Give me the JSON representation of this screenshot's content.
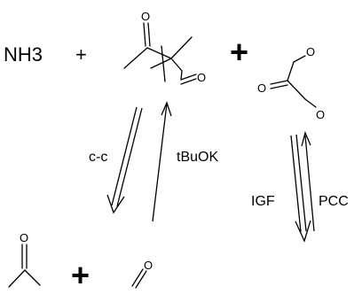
{
  "reactants": {
    "ammonia": "NH3",
    "plus_1": "+",
    "plus_2": "+"
  },
  "molecule_atoms": {
    "ketoaldehyde_o_top": "O",
    "ketoaldehyde_o_aldehyde": "O",
    "oxalyl_o_top": "O",
    "oxalyl_o_left": "O",
    "oxalyl_o_bottom": "O",
    "acetone_o": "O",
    "formaldehyde_o": "O"
  },
  "products": {
    "plus": "+"
  },
  "arrows": {
    "left_pair": {
      "forward_label": "c-c",
      "reverse_label": "tBuOK"
    },
    "right_pair": {
      "forward_label": "IGF",
      "reverse_label": "PCC"
    }
  }
}
